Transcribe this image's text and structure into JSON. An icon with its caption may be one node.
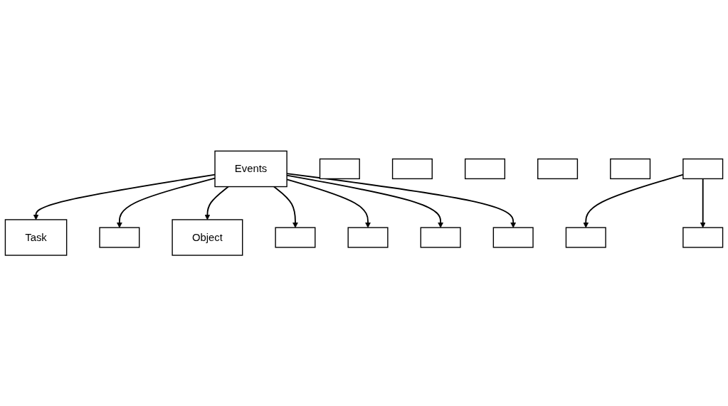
{
  "diagram": {
    "nodes": [
      {
        "text": [
          "Events"
        ]
      },
      {
        "text": [
          "Task"
        ]
      },
      {
        "text": [],
        "shape": "box"
      },
      {
        "text": [
          "Object"
        ]
      },
      {
        "text": [],
        "shape": "box"
      },
      {
        "text": [],
        "shape": "box"
      },
      {
        "text": [],
        "shape": "box"
      },
      {
        "text": [],
        "shape": "box"
      },
      {
        "text": [],
        "shape": "box"
      },
      {
        "text": [],
        "shape": "box"
      },
      {
        "text": [],
        "shape": "box"
      },
      {
        "text": [],
        "shape": "box"
      },
      {
        "text": [],
        "shape": "box"
      },
      {
        "text": [],
        "shape": "box"
      },
      {
        "text": [],
        "shape": "box"
      },
      {
        "text": [],
        "shape": "box"
      }
    ],
    "edges": [
      {
        "from": 0,
        "to": 1,
        "arrow": "to"
      },
      {
        "from": 0,
        "to": 2,
        "arrow": "to"
      },
      {
        "from": 0,
        "to": 3,
        "arrow": "to"
      },
      {
        "from": 0,
        "to": 4,
        "arrow": "to"
      },
      {
        "from": 0,
        "to": 5,
        "arrow": "to"
      },
      {
        "from": 0,
        "to": 6,
        "arrow": "to"
      },
      {
        "from": 0,
        "to": 7,
        "arrow": "to"
      },
      {
        "from": 15,
        "to": 11,
        "arrow": "to"
      },
      {
        "from": 15,
        "to": 12,
        "arrow": "to"
      }
    ]
  }
}
